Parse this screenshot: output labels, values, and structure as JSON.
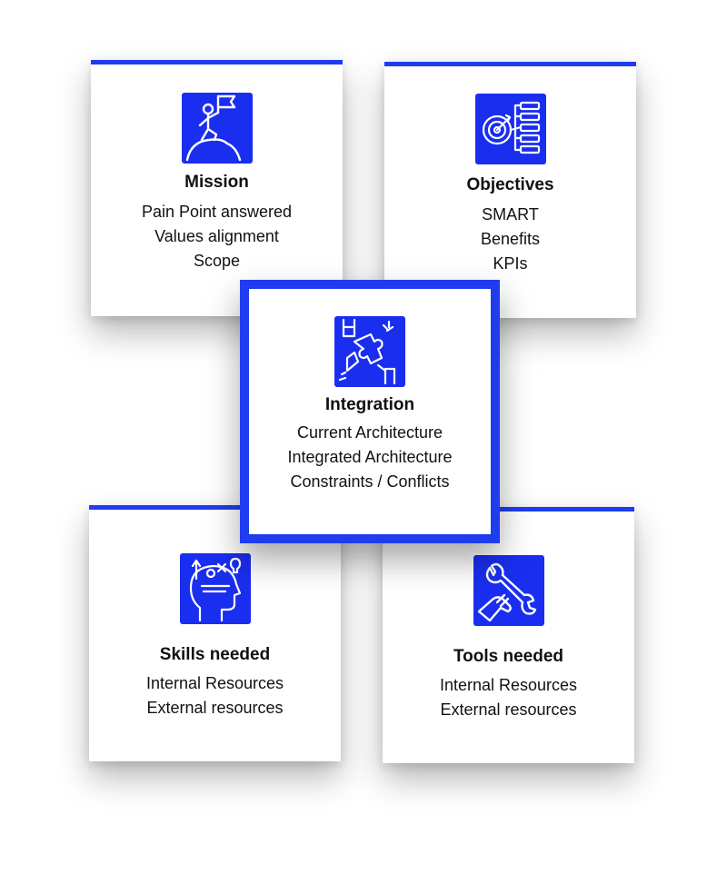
{
  "accent_color": "#1f3cf0",
  "cards": {
    "mission": {
      "icon": "summit-flag-icon",
      "title": "Mission",
      "lines": [
        "Pain Point answered",
        "Values alignment",
        "Scope"
      ]
    },
    "objectives": {
      "icon": "target-checklist-icon",
      "title": "Objectives",
      "lines": [
        "SMART",
        "Benefits",
        "KPIs"
      ]
    },
    "integration": {
      "icon": "puzzle-hands-icon",
      "title": "Integration",
      "lines": [
        "Current Architecture",
        "Integrated Architecture",
        "Constraints / Conflicts"
      ]
    },
    "skills": {
      "icon": "head-ideas-icon",
      "title": "Skills needed",
      "lines": [
        "Internal Resources",
        "External resources"
      ]
    },
    "tools": {
      "icon": "wrench-hand-icon",
      "title": "Tools needed",
      "lines": [
        "Internal Resources",
        "External resources"
      ]
    }
  }
}
